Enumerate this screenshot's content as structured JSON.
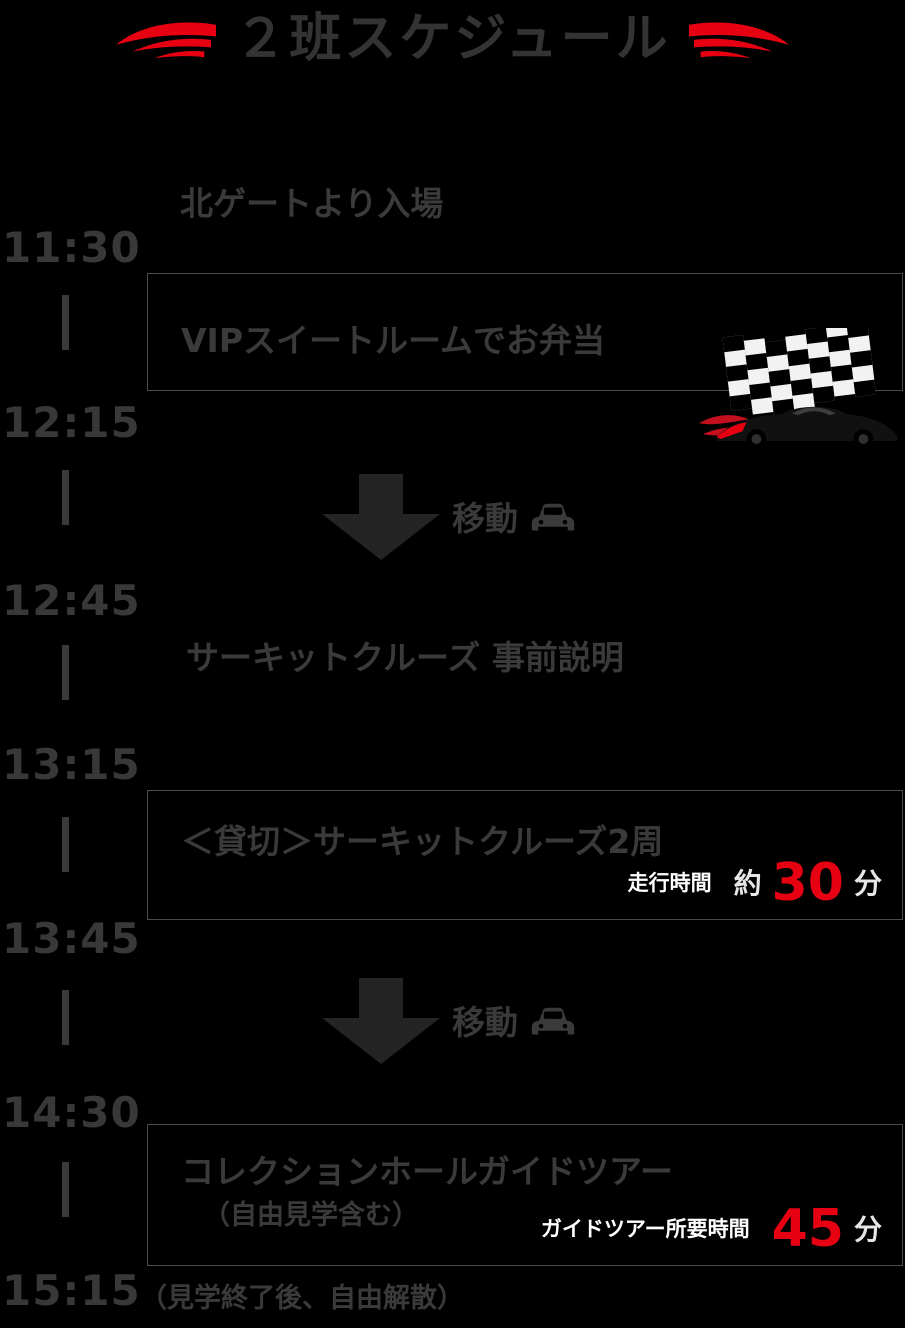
{
  "colors": {
    "background": "#000000",
    "body_text": "#3a3a3a",
    "accent_red": "#e60012",
    "badge_background": "#000000",
    "badge_text": "#ffffff",
    "duration_text": "#e6e6e6",
    "box_border": "#4b4b4b"
  },
  "header": {
    "title": "２班スケジュール"
  },
  "timeline": {
    "times": [
      "11:30",
      "12:15",
      "12:45",
      "13:15",
      "13:45",
      "14:30",
      "15:15"
    ]
  },
  "events": {
    "entry": {
      "label": "北ゲートより入場"
    },
    "lunch": {
      "label": "VIPスイートルームでお弁当"
    },
    "transfer1": {
      "label": "移動"
    },
    "briefing": {
      "label": "サーキットクルーズ 事前説明"
    },
    "cruise": {
      "label": "＜貸切＞サーキットクルーズ2周",
      "badge": "走行時間",
      "duration_prefix": "約",
      "duration_value": "30",
      "duration_unit": "分"
    },
    "transfer2": {
      "label": "移動"
    },
    "tour": {
      "label": "コレクションホールガイドツアー",
      "sublabel": "（自由見学含む）",
      "badge": "ガイドツアー所要時間",
      "duration_value": "45",
      "duration_unit": "分"
    },
    "closing": {
      "label": "（見学終了後、自由解散）"
    }
  }
}
